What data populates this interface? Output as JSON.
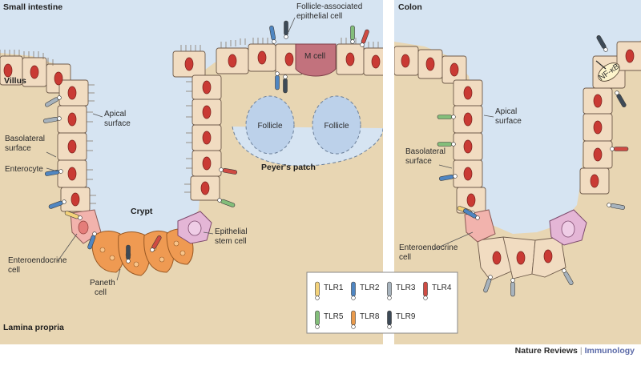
{
  "panels": {
    "small_intestine": {
      "title": "Small intestine",
      "villus": "Villus",
      "apical": [
        "Apical",
        "surface"
      ],
      "basolateral": [
        "Basolateral",
        "surface"
      ],
      "enterocyte": "Enterocyte",
      "crypt": "Crypt",
      "enteroendocrine": [
        "Enteroendocrine",
        "cell"
      ],
      "paneth": [
        "Paneth",
        "cell"
      ],
      "stem": [
        "Epithelial",
        "stem cell"
      ],
      "lamina": "Lamina propria",
      "fae": [
        "Follicle-associated",
        "epithelial cell"
      ],
      "m_cell": "M cell",
      "follicle": "Follicle",
      "peyers": "Peyer's patch"
    },
    "colon": {
      "title": "Colon",
      "apical": [
        "Apical",
        "surface"
      ],
      "basolateral": [
        "Basolateral",
        "surface"
      ],
      "enteroendocrine": [
        "Enteroendocrine",
        "cell"
      ],
      "nfkb": "NF-κB"
    }
  },
  "legend": [
    {
      "label": "TLR1",
      "color": "#f3d27a"
    },
    {
      "label": "TLR2",
      "color": "#4f86c2"
    },
    {
      "label": "TLR3",
      "color": "#a7b3bd"
    },
    {
      "label": "TLR4",
      "color": "#cf4b43"
    },
    {
      "label": "TLR5",
      "color": "#83be7a"
    },
    {
      "label": "TLR8",
      "color": "#e99a4c"
    },
    {
      "label": "TLR9",
      "color": "#3d4a57"
    }
  ],
  "colors": {
    "lamina": "#e8d6b3",
    "lumen": "#d6e4f2",
    "cell": "#f1dcc1",
    "nucleus": "#c93a34",
    "paneth": "#ef9a52",
    "mcell": "#c2727d",
    "stem": "#e4b6d6",
    "enteroendocrine": "#f2b3ad"
  },
  "footer": {
    "journal": "Nature Reviews",
    "subject": "Immunology"
  }
}
